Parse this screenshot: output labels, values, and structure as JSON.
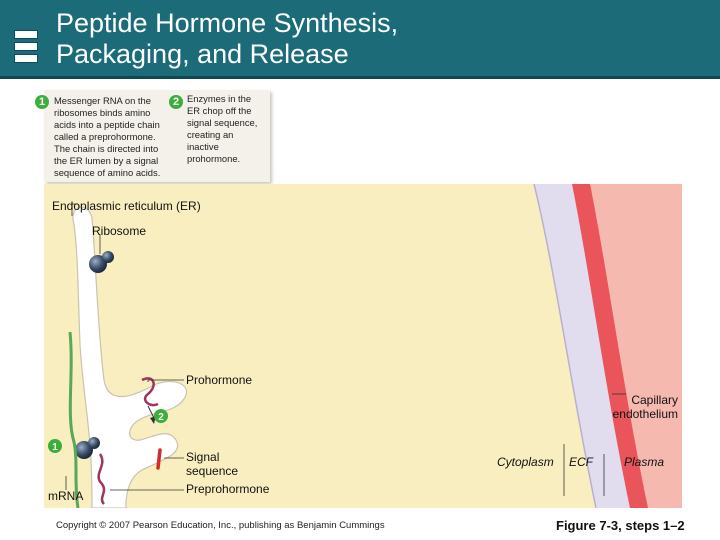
{
  "slide": {
    "title_line1": "Peptide Hormone Synthesis,",
    "title_line2": "Packaging, and Release"
  },
  "steps": [
    {
      "number": "1",
      "lines": [
        "Messenger RNA on the",
        "ribosomes binds amino",
        "acids into a peptide chain",
        "called a preprohormone.",
        "The chain is directed into",
        "the ER lumen by a signal",
        "sequence of amino acids."
      ]
    },
    {
      "number": "2",
      "lines": [
        "Enzymes in the",
        "ER chop off the",
        "signal sequence,",
        "creating an",
        "inactive",
        "prohormone."
      ]
    }
  ],
  "labels": {
    "er": "Endoplasmic reticulum (ER)",
    "ribosome": "Ribosome",
    "prohormone": "Prohormone",
    "capillary_line1": "Capillary",
    "capillary_line2": "endothelium",
    "signal_line1": "Signal",
    "signal_line2": "sequence",
    "preprohormone": "Preprohormone",
    "mrna": "mRNA",
    "cytoplasm": "Cytoplasm",
    "ecf": "ECF",
    "plasma": "Plasma",
    "step_marker_1": "1",
    "step_marker_2": "2"
  },
  "footer": {
    "copyright": "Copyright © 2007 Pearson Education, Inc., publishing as Benjamin Cummings",
    "figure": "Figure 7-3, steps 1–2"
  },
  "colors": {
    "header": "#1b6b78",
    "cytoplasm": "#f9eec0",
    "ecf": "#e2dcef",
    "endothelium": "#e9555b",
    "plasma": "#f6b9b0",
    "step_badge": "#3cae3c",
    "mrna": "#5aa65a",
    "prohormone": "#a0345c",
    "signal_sequence": "#d42a2a"
  }
}
